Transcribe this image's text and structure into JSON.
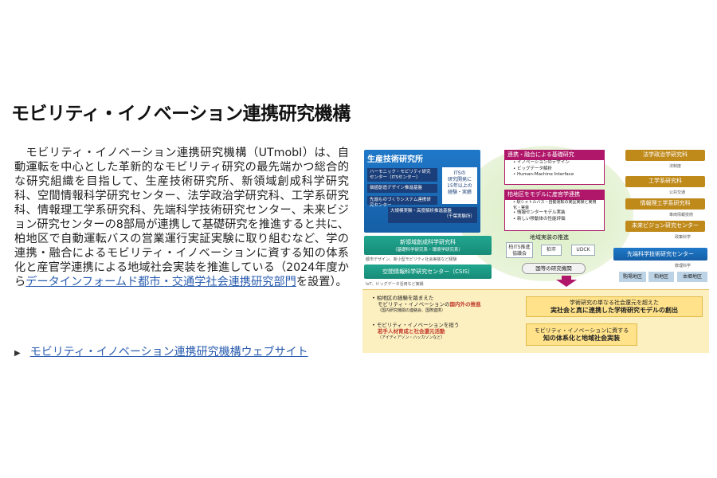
{
  "page": {
    "title": "モビリティ・イノベーション連携研究機構",
    "body_lines": [
      "モビリティ・イノベーション連携研究機構（UTmobI）は、自動",
      "運転を中心とした革新的なモビリティ研究の最先端かつ総合",
      "的な研究組織を目指して、生産技術研究所、新領域創成",
      "科学研究科、空間情報科学研究センター、法学政治学研",
      "究科、工学系研究科、情報理工学系研究科、先端科学",
      "技術研究センター、未来ビジョン研究センターの8部局が連",
      "携して基礎研究を推進すると共に、柏地区で自動運転バス",
      "の営業運行実証実験に取り組むなど、学の連携・融合によ",
      "るモビリティ・イノベーションに資する知の体系化と産官学連携",
      "による地域社会実装を推進している（2024年度から"
    ],
    "body_link_part1": "データイ",
    "body_link_part2": "ンフォームド都市・交通学社会連携研究部門",
    "body_tail": "を設置）。",
    "website_link": "モビリティ・イノベーション連携研究機構ウェブサイト"
  },
  "diagram": {
    "iis": {
      "title": "生産技術研究所",
      "sub1": "ハーモニック・モビリティ研究センター（ITSセンター）",
      "sub2": "価値創造デザイン推進基盤",
      "sub3": "先進ものづくりシステム連携研究センター",
      "sub4": "大規模実験・高度解析推進基盤",
      "sub4_note": "（千葉実験所）",
      "its_note": [
        "ITSの",
        "研究開発に",
        "15年以上の",
        "経験・実績"
      ]
    },
    "frontier": {
      "title": "新領域創成科学研究科",
      "subtitle": "（基礎科学研究系・環境学研究系）",
      "note": "都市デザイン、新小型モビリティ社会実装など経験"
    },
    "csis": {
      "title": "空間情報科学研究センター（CSIS）",
      "note": "IoT、ビッグデータ活用など実績"
    },
    "center": {
      "basic": {
        "title": "連携・融合による基礎研究",
        "items": [
          "イノベーションのデザイン",
          "ビッグデータ解析",
          "Human-Machine Interface"
        ]
      },
      "kashiwa": {
        "title": "柏地区をモデルに産官学連携",
        "items": [
          "駅シャトルバス・自動運転の実証実験と実用化・実装",
          "情報センターモデル実装",
          "新しい移動体の性能評価"
        ]
      },
      "promotion": "地域実装の推進",
      "boxes": [
        "柏ITS推進協議会",
        "柏市",
        "UDCK"
      ],
      "national": "国等の研究機関"
    },
    "right": [
      {
        "label": "法学政治学研究科",
        "note": "法制度"
      },
      {
        "label": "工学系研究科",
        "note": "公共交通"
      },
      {
        "label": "情報理工学系研究科",
        "note": "車両情報技術"
      },
      {
        "label": "未来ビジョン研究センター",
        "note": "政策科学"
      }
    ],
    "rcast": {
      "label": "先端科学技術研究センター",
      "note": "数理科学"
    },
    "campuses": [
      "駒場地区",
      "柏地区",
      "本郷地区"
    ],
    "bottom": {
      "left_items": [
        {
          "line1": "柏地区の経験を踏まえた",
          "line2a": "モビリティ・イノベーションの",
          "line2b": "国内外の推進",
          "line3": "（国内研究機関の連絡会、国際連携）"
        },
        {
          "line1": "モビリティ・イノベーションを担う",
          "line2a": "",
          "line2b": "若手人材育成と社会還元活動",
          "line3": "（アイディアソン・ハッカソンなど）"
        }
      ],
      "right_box1": {
        "line1": "学術研究の単なる社会還元を超えた",
        "line2": "実社会と真に連携した学術研究モデルの創出"
      },
      "right_box2": {
        "line1": "モビリティ・イノベーションに資する",
        "line2": "知の体系化と地域社会実装"
      }
    }
  }
}
